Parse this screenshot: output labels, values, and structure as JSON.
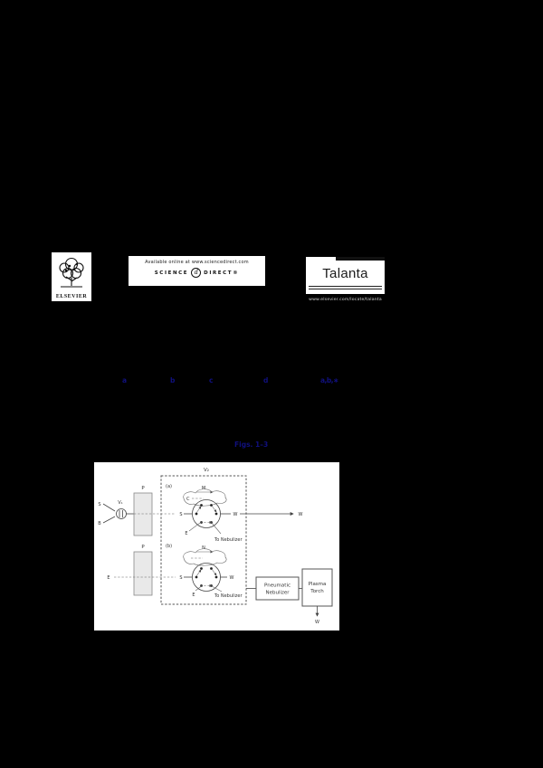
{
  "page": {
    "background": "#000000",
    "link_color": "#10107e"
  },
  "header": {
    "elsevier": {
      "label": "ELSEVIER"
    },
    "sciencedirect": {
      "available_line": "Available online at www.sciencedirect.com",
      "brand_left": "SCIENCE",
      "brand_d": "d",
      "brand_right": "DIRECT®"
    },
    "talanta": {
      "title": "Talanta",
      "url": "www.elsevier.com/locate/talanta"
    }
  },
  "authors": {
    "superscripts": [
      "a",
      "b",
      "c",
      "d",
      "a,b,∗"
    ]
  },
  "body_links": {
    "figure_reference": "Figs. 1–3"
  },
  "figure": {
    "v2": "V₂",
    "v1": "V₁",
    "pump_top": "P",
    "pump_bottom": "P",
    "sample": "S",
    "blank": "B",
    "eluent_left": "E",
    "panel_a": "(a)",
    "panel_b": "(b)",
    "loop_a": "M",
    "loop_b": "N",
    "column": "C",
    "a_inlet": "S",
    "a_waste": "W",
    "a_eluent": "E",
    "a_nebulizer": "To Nebulizer",
    "b_inlet": "S",
    "b_waste": "W",
    "b_eluent": "E",
    "b_nebulizer": "To Nebulizer",
    "waste_right": "W",
    "waste_bottom": "W",
    "nebulizer_box": [
      "Pneumatic",
      "Nebulizer"
    ],
    "torch_box": [
      "Plasma",
      "Torch"
    ]
  }
}
